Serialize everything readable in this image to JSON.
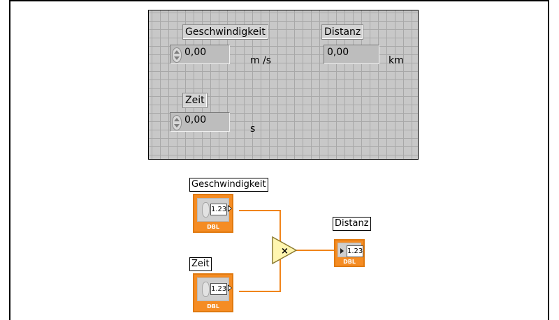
{
  "front_panel": {
    "controls": [
      {
        "label": "Geschwindigkeit",
        "value": "0,00",
        "unit": "m /s"
      },
      {
        "label": "Zeit",
        "value": "0,00",
        "unit": "s"
      }
    ],
    "indicators": [
      {
        "label": "Distanz",
        "value": "0,00",
        "unit": "km"
      }
    ]
  },
  "block_diagram": {
    "terminals": [
      {
        "label": "Geschwindigkeit",
        "value": "1.23",
        "dtype": "DBL"
      },
      {
        "label": "Zeit",
        "value": "1.23",
        "dtype": "DBL"
      },
      {
        "label": "Distanz",
        "value": "1.23",
        "dtype": "DBL"
      }
    ],
    "multiply_symbol": "×"
  },
  "colors": {
    "terminal_orange": "#f58c23",
    "wire_orange": "#f0841a",
    "panel_grey": "#c8c8c8",
    "multiply_yellow": "#fff6b0"
  }
}
